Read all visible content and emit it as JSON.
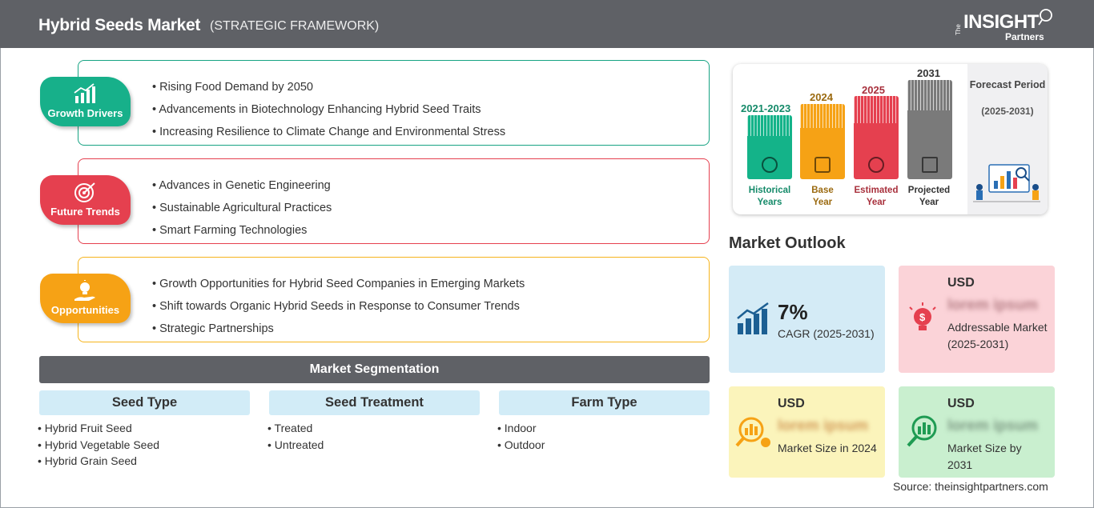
{
  "header": {
    "title": "Hybrid Seeds Market",
    "subtitle": "(STRATEGIC FRAMEWORK)",
    "logo_the": "The",
    "logo_insight": "INSIGHT",
    "logo_partners": "Partners"
  },
  "framework": [
    {
      "label": "Growth Drivers",
      "icon": "growth-chart-icon",
      "color": "#17b08a",
      "items": [
        "Rising Food Demand by 2050",
        "Advancements in Biotechnology Enhancing Hybrid Seed Traits",
        "Increasing Resilience to Climate Change and Environmental Stress"
      ]
    },
    {
      "label": "Future Trends",
      "icon": "target-icon",
      "color": "#e5404f",
      "items": [
        "Advances in Genetic Engineering",
        "Sustainable Agricultural Practices",
        "Smart Farming Technologies"
      ]
    },
    {
      "label": "Opportunities",
      "icon": "lightbulb-hand-icon",
      "color": "#f6a215",
      "items": [
        "Growth Opportunities for Hybrid Seed Companies in Emerging Markets",
        "Shift towards Organic Hybrid Seeds in Response to Consumer Trends",
        "Strategic Partnerships"
      ]
    }
  ],
  "segmentation": {
    "title": "Market Segmentation",
    "columns": [
      {
        "heading": "Seed Type",
        "items": [
          "Hybrid Fruit Seed",
          "Hybrid Vegetable Seed",
          "Hybrid Grain Seed"
        ]
      },
      {
        "heading": "Seed Treatment",
        "items": [
          "Treated",
          "Untreated"
        ]
      },
      {
        "heading": "Farm Type",
        "items": [
          "Indoor",
          "Outdoor"
        ]
      }
    ]
  },
  "timeline": {
    "periods": [
      {
        "year": "2021-2023",
        "label1": "Historical",
        "label2": "Years",
        "color": "#14b389",
        "text_color": "#148a69",
        "icon": "history-clock-icon"
      },
      {
        "year": "2024",
        "label1": "Base",
        "label2": "Year",
        "color": "#f6a215",
        "text_color": "#9b6a10",
        "icon": "calendar-icon"
      },
      {
        "year": "2025",
        "label1": "Estimated",
        "label2": "Year",
        "color": "#e5404f",
        "text_color": "#a8303c",
        "icon": "gears-icon"
      },
      {
        "year": "2031",
        "label1": "Projected",
        "label2": "Year",
        "color": "#7a7a7a",
        "text_color": "#333333",
        "icon": "presentation-icon"
      }
    ],
    "forecast_title": "Forecast Period",
    "forecast_range": "(2025-2031)"
  },
  "outlook": {
    "title": "Market Outlook",
    "cagr": {
      "value": "7%",
      "label": "CAGR (2025-2031)",
      "color": "#d4ebf6"
    },
    "addressable": {
      "currency": "USD",
      "value": "lorem ipsum",
      "label": "Addressable Market (2025-2031)",
      "color": "#fbd3d8"
    },
    "size_2024": {
      "currency": "USD",
      "value": "lorem ipsum",
      "label": "Market Size in 2024",
      "color": "#fbf4bb"
    },
    "size_2031": {
      "currency": "USD",
      "value": "lorem ipsum",
      "label": "Market Size by 2031",
      "color": "#c9efcf"
    }
  },
  "source": "Source: theinsightpartners.com"
}
